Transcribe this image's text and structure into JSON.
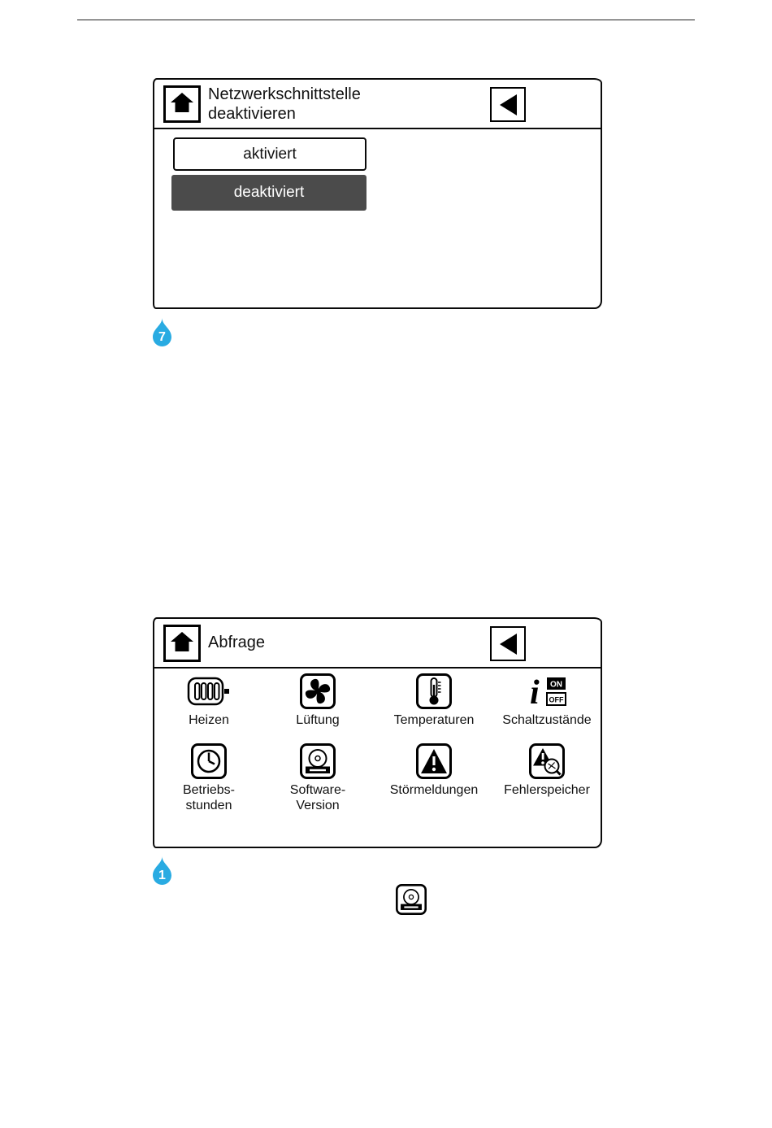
{
  "colors": {
    "accent_blue": "#29ABE2",
    "selected_button_bg": "#4B4B4B",
    "ink": "#0A0A0A"
  },
  "screen1": {
    "title_line1": "Netzwerkschnittstelle",
    "title_line2": "deaktivieren",
    "home_icon": "home-icon",
    "back_icon": "back-arrow-icon",
    "options": [
      {
        "label": "aktiviert",
        "selected": false
      },
      {
        "label": "deaktiviert",
        "selected": true
      }
    ],
    "step_marker": "7"
  },
  "screen2": {
    "title": "Abfrage",
    "home_icon": "home-icon",
    "back_icon": "back-arrow-icon",
    "items": [
      {
        "icon": "radiator-icon",
        "label1": "Heizen",
        "label2": ""
      },
      {
        "icon": "fan-icon",
        "label1": "Lüftung",
        "label2": ""
      },
      {
        "icon": "thermometer-icon",
        "label1": "Temperaturen",
        "label2": ""
      },
      {
        "icon": "switch-states-icon",
        "label1": "Schaltzustände",
        "label2": ""
      },
      {
        "icon": "clock-icon",
        "label1": "Betriebs-",
        "label2": "stunden"
      },
      {
        "icon": "disc-icon",
        "label1": "Software-",
        "label2": "Version"
      },
      {
        "icon": "warning-icon",
        "label1": "Störmeldungen",
        "label2": ""
      },
      {
        "icon": "error-memory-icon",
        "label1": "Fehlerspeicher",
        "label2": ""
      }
    ],
    "switch_icon_text": {
      "on": "ON",
      "off": "OFF"
    },
    "step_marker": "1"
  },
  "inline_icon": "disc-icon"
}
